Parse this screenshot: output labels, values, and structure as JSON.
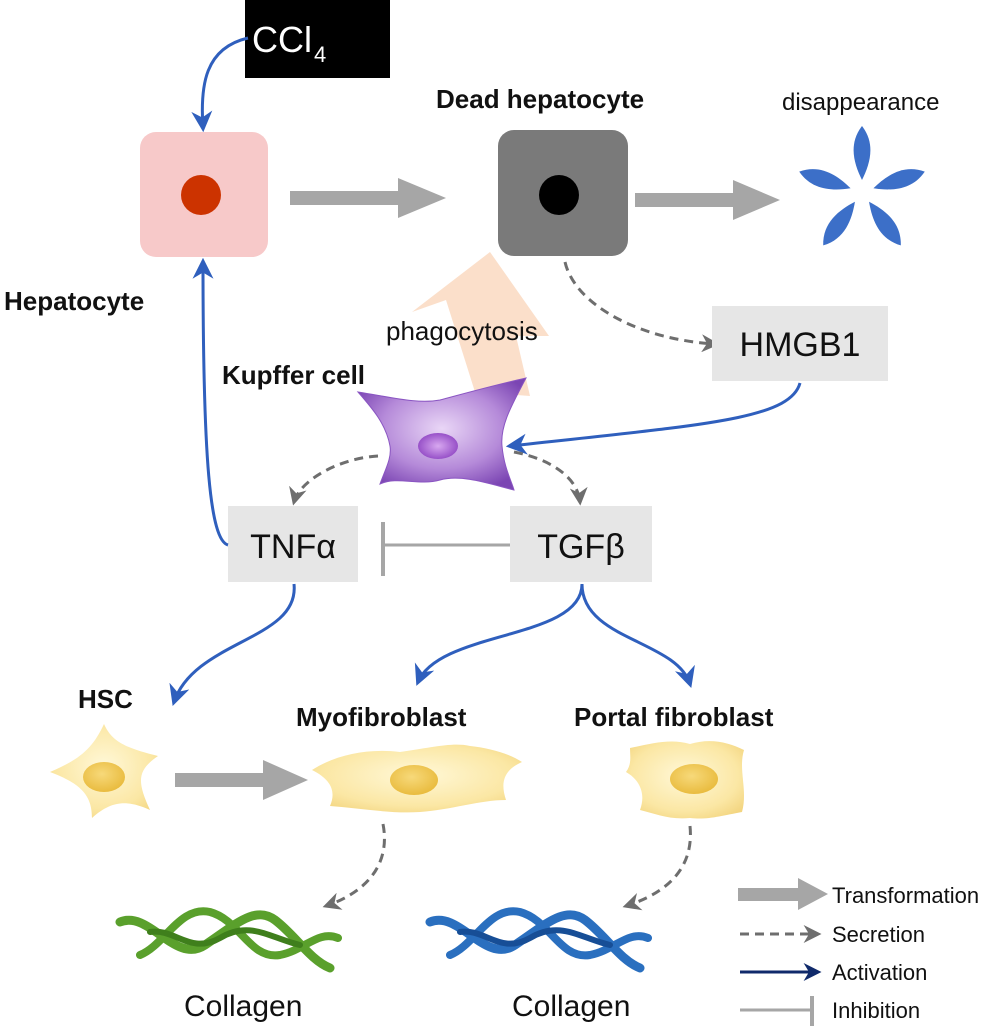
{
  "nodes": {
    "ccl4": {
      "text": "CCl",
      "sub": "4"
    },
    "hepatocyte": {
      "label": "Hepatocyte"
    },
    "dead_hepatocyte": {
      "label": "Dead hepatocyte"
    },
    "disappearance": {
      "label": "disappearance"
    },
    "hmgb1": {
      "label": "HMGB1"
    },
    "kupffer": {
      "label": "Kupffer cell"
    },
    "phagocytosis": {
      "label": "phagocytosis"
    },
    "tnfa": {
      "label": "TNFα"
    },
    "tgfb": {
      "label": "TGFβ"
    },
    "hsc": {
      "label": "HSC"
    },
    "myofibroblast": {
      "label": "Myofibroblast"
    },
    "portal_fibroblast": {
      "label": "Portal fibroblast"
    },
    "collagen_left": {
      "label": "Collagen"
    },
    "collagen_right": {
      "label": "Collagen"
    }
  },
  "legend": {
    "transformation": "Transformation",
    "secretion": "Secretion",
    "activation": "Activation",
    "inhibition": "Inhibition"
  },
  "colors": {
    "activation": "#2f5fbd",
    "transformation": "#a6a6a6",
    "secretion": "#6e6e6e",
    "inhibition": "#a6a6a6",
    "hepatocyte_fill": "#f7c9c9",
    "nucleus": "#cc3300",
    "dead_fill": "#7a7a7a",
    "label_box": "#e6e6e6",
    "collagen_green": "#5aa02c",
    "collagen_blue": "#2a6fbf"
  }
}
